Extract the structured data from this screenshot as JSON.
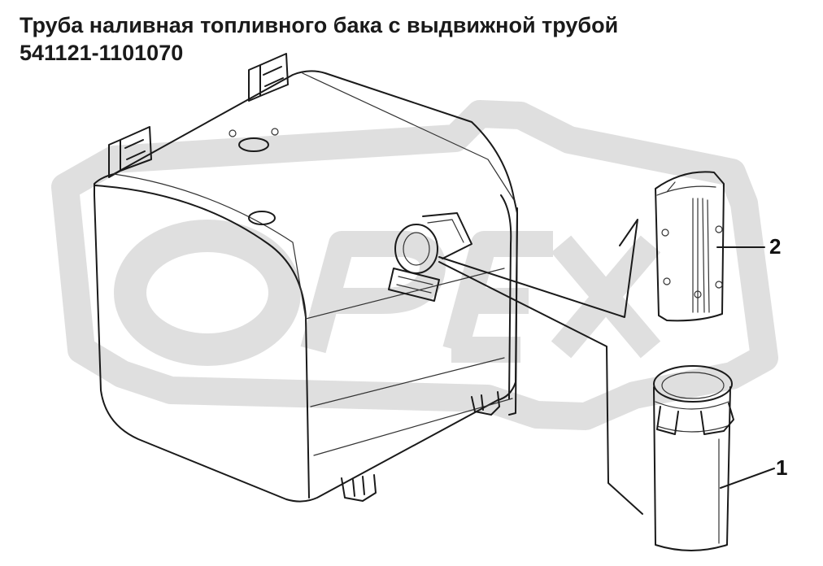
{
  "title": {
    "line1": "Труба наливная топливного бака с выдвижной трубой",
    "line2": "541121-1101070"
  },
  "callouts": [
    {
      "number": "1",
      "part": "expandable-filler-tube"
    },
    {
      "number": "2",
      "part": "filler-neck-cover"
    }
  ],
  "watermark": {
    "text": "OPEX",
    "color": "#dcdcdc"
  },
  "colors": {
    "line": "#1a1a1a",
    "background": "#ffffff"
  }
}
